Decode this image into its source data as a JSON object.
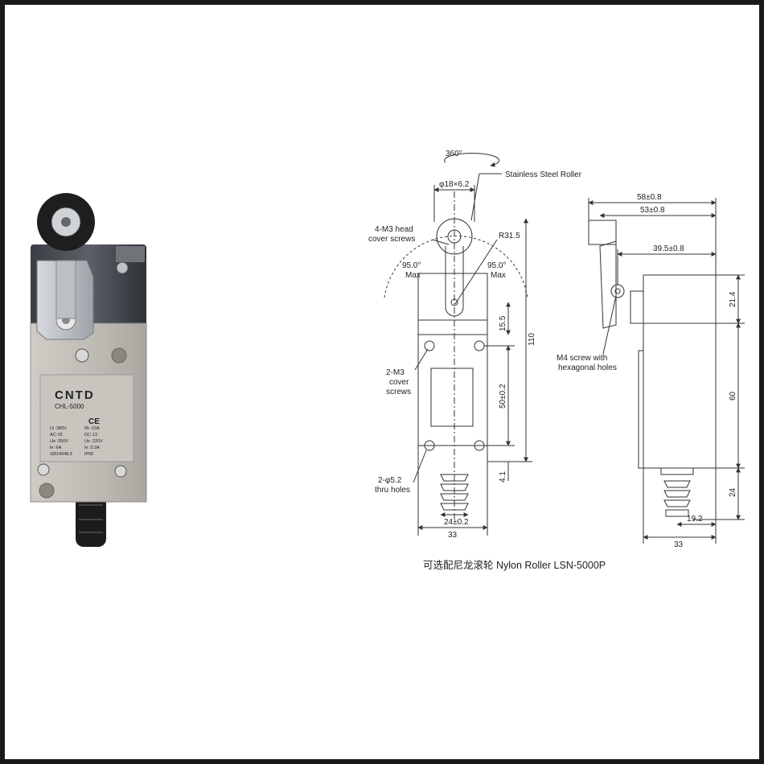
{
  "product": {
    "brand": "CNTD",
    "model": "CHL-5000",
    "ce_mark": "CE",
    "ratings": [
      "Ui :380V",
      "Ith :10A",
      "AC-15",
      "DC-13",
      "Ue :250V",
      "Ue :220V",
      "Ie :6A",
      "Ie :0.3A",
      "GB14048.5",
      "IP65"
    ]
  },
  "labels": {
    "rotation": "360°",
    "roller": "Stainless Steel Roller",
    "roller_dia": "φ18×6.2",
    "radius": "R31.5",
    "head_screws_1": "4-M3 head",
    "head_screws_2": "cover screws",
    "angle_left_1": "95.0°",
    "angle_left_2": "Max",
    "angle_right_1": "95.0°",
    "angle_right_2": "Max",
    "cover_screws_1": "2-M3",
    "cover_screws_2": "cover",
    "cover_screws_3": "screws",
    "thru_holes_1": "2-φ5.2",
    "thru_holes_2": "thru holes",
    "m4_screw_1": "M4 screw with",
    "m4_screw_2": "hexagonal holes"
  },
  "dimensions": {
    "w58": "58±0.8",
    "w53": "53±0.8",
    "w39": "39.5±0.8",
    "h15": "15.5",
    "h110": "110",
    "h50": "50±0.2",
    "h4": "4.1",
    "w24": "24±0.2",
    "w33a": "33",
    "h21": "21.4",
    "h60": "60",
    "h24": "24",
    "w19": "19.2",
    "w33b": "33"
  },
  "caption": "可选配尼龙滚轮 Nylon Roller LSN-5000P",
  "colors": {
    "body": "#b9b6b0",
    "dark": "#2a2a2a",
    "line": "#333333"
  }
}
